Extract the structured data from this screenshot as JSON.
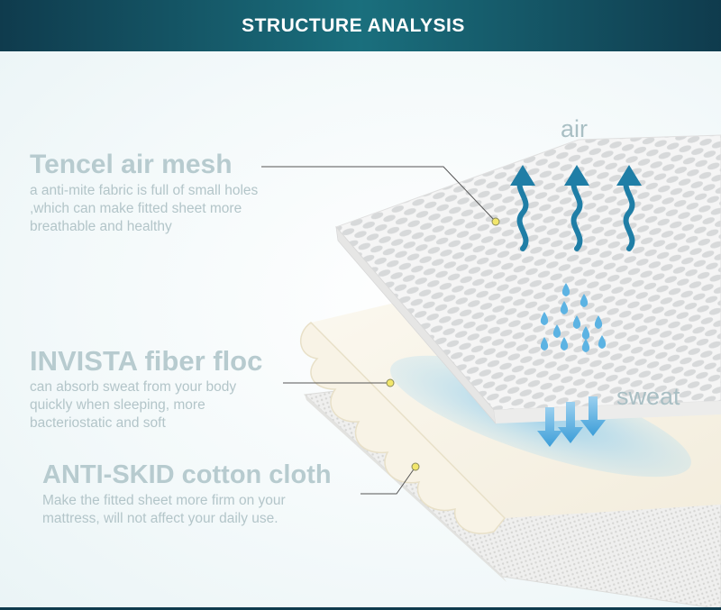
{
  "header": {
    "title": "STRUCTURE ANALYSIS"
  },
  "labels": {
    "air": "air",
    "sweat": "sweat"
  },
  "sections": [
    {
      "title": "Tencel air mesh",
      "lines": [
        "a anti-mite fabric is full of small holes",
        ",which can make fitted sheet more",
        "breathable and healthy"
      ]
    },
    {
      "title": "INVISTA fiber floc",
      "lines": [
        "can absorb sweat from your body",
        "quickly when sleeping, more",
        "bacteriostatic and soft"
      ]
    },
    {
      "title": "ANTI-SKID cotton cloth",
      "lines": [
        "Make the fitted sheet more firm on your",
        "mattress, will not affect your daily use."
      ]
    }
  ],
  "colors": {
    "banner": "#0f3b4d",
    "air_arrow": "#1f7ea6",
    "sweat_arrow": "#4aa8dc",
    "callout_dot": "#f2e66b"
  },
  "icons": {
    "air_arrows": "wavy-up-arrow-icon",
    "sweat_drops": "water-drop-icon",
    "sweat_arrows": "down-arrow-icon"
  }
}
